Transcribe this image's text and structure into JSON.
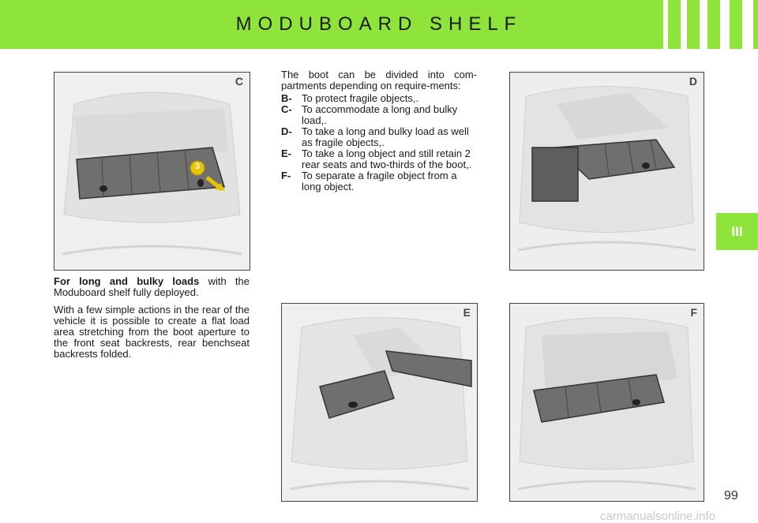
{
  "header": {
    "title": "MODUBOARD SHELF"
  },
  "side_tab": {
    "label": "III"
  },
  "figures": {
    "c": {
      "letter": "C",
      "callout": "3"
    },
    "d": {
      "letter": "D"
    },
    "e": {
      "letter": "E"
    },
    "f": {
      "letter": "F"
    }
  },
  "intro": {
    "text": "The boot can be divided into com-partments depending on require-ments:",
    "items": [
      {
        "key": "B-",
        "text": "To protect fragile objects,."
      },
      {
        "key": "C-",
        "text": "To accommodate a long and bulky load,."
      },
      {
        "key": "D-",
        "text": "To take a long and bulky load as well as fragile objects,."
      },
      {
        "key": "E-",
        "text": "To take a long object and still retain 2 rear seats and two-thirds of the boot,."
      },
      {
        "key": "F-",
        "text": "To separate a fragile object from a long object."
      }
    ]
  },
  "long_loads": {
    "heading": "For long and bulky loads",
    "heading_rest": " with the Moduboard shelf fully deployed.",
    "body": "With a few simple actions in the rear of the vehicle it is possible to create a flat load area stretching from the boot aperture to the front seat backrests, rear benchseat backrests folded."
  },
  "page_number": "99",
  "watermark": "carmanualsonline.info",
  "colors": {
    "accent_green": "#8ee43a"
  }
}
